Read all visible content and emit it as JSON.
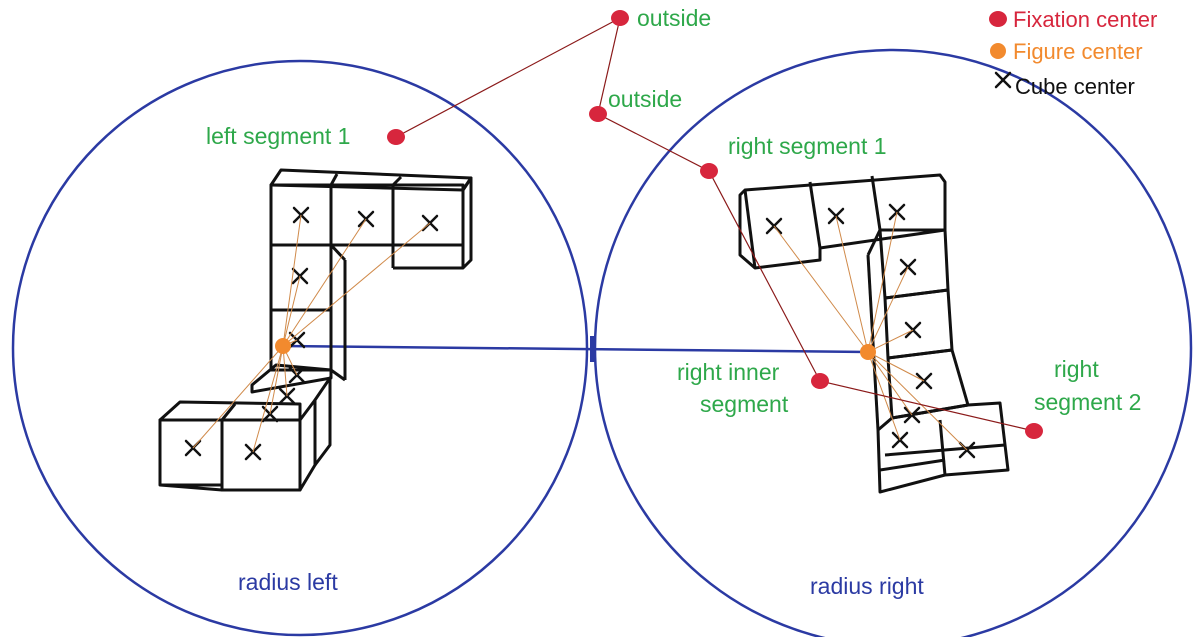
{
  "legend": {
    "fixation": {
      "label": "Fixation center",
      "color": "#d7263d"
    },
    "figure": {
      "label": "Figure center",
      "color": "#f28a2e"
    },
    "cube": {
      "label": "Cube center",
      "color": "#111111"
    }
  },
  "labels": {
    "outside_top": "outside",
    "outside_mid": "outside",
    "left_segment_1": "left segment 1",
    "right_segment_1": "right segment 1",
    "right_inner_line1": "right inner",
    "right_inner_line2": "segment",
    "right_segment_2_line1": "right",
    "right_segment_2_line2": "segment 2",
    "radius_left": "radius left",
    "radius_right": "radius right"
  },
  "colors": {
    "circle": "#2b3aa3",
    "label_green": "#2ea84a",
    "scanpath": "#8b1a1a",
    "ray": "#d08a4a"
  }
}
